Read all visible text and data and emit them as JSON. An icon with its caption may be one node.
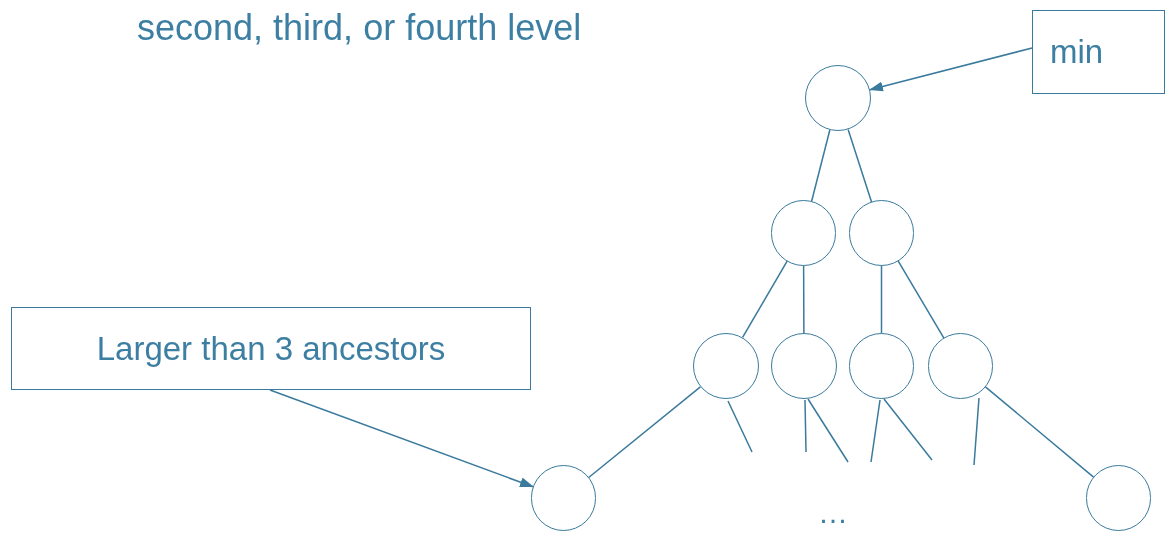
{
  "diagram": {
    "title": "second, third, or fourth level",
    "nodes": [
      {
        "text": [
          "min"
        ]
      },
      {
        "text": [],
        "shape": "circle"
      },
      {
        "text": [],
        "shape": "circle"
      },
      {
        "text": [],
        "shape": "circle"
      },
      {
        "text": [],
        "shape": "circle"
      },
      {
        "text": [],
        "shape": "circle"
      },
      {
        "text": [],
        "shape": "circle"
      },
      {
        "text": [],
        "shape": "circle"
      },
      {
        "text": [
          "Larger than 3 ancestors"
        ]
      },
      {
        "text": [],
        "shape": "circle"
      },
      {
        "text": [],
        "shape": "circle"
      }
    ],
    "edges": [
      {
        "from": 0,
        "to": 1,
        "arrow": "to"
      },
      {
        "from": 1,
        "to": 2,
        "arrow": "none"
      },
      {
        "from": 1,
        "to": 3,
        "arrow": "none"
      },
      {
        "from": 2,
        "to": 4,
        "arrow": "none"
      },
      {
        "from": 2,
        "to": 5,
        "arrow": "none"
      },
      {
        "from": 3,
        "to": 6,
        "arrow": "none"
      },
      {
        "from": 3,
        "to": 7,
        "arrow": "none"
      },
      {
        "from": 4,
        "to": 9,
        "arrow": "none"
      },
      {
        "from": 7,
        "to": 10,
        "arrow": "none"
      },
      {
        "from": 8,
        "to": 9,
        "arrow": "to"
      },
      {
        "from": 4,
        "to": null,
        "arrow": "none"
      },
      {
        "from": 5,
        "to": null,
        "arrow": "none"
      },
      {
        "from": 5,
        "to": null,
        "arrow": "none"
      },
      {
        "from": 6,
        "to": null,
        "arrow": "none"
      },
      {
        "from": 6,
        "to": null,
        "arrow": "none"
      },
      {
        "from": 7,
        "to": null,
        "arrow": "none"
      }
    ],
    "labels": [
      "…"
    ]
  }
}
